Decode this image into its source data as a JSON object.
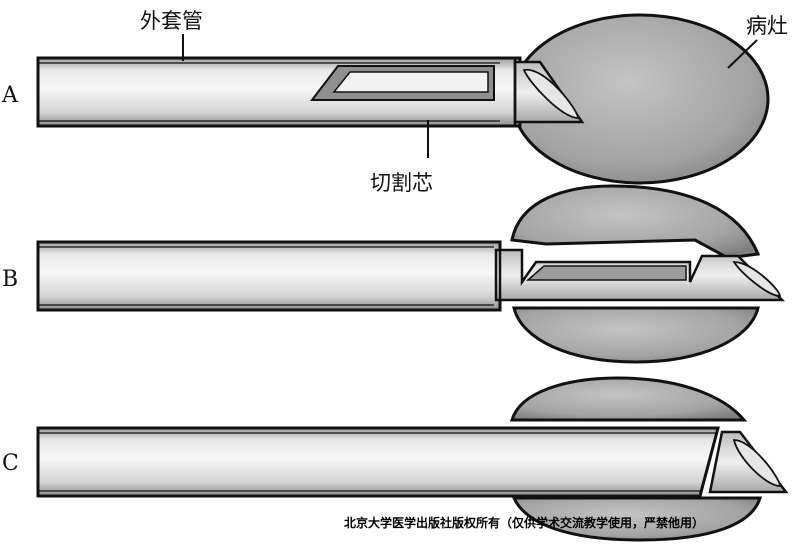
{
  "labels": {
    "outer_sheath": "外套管",
    "cutting_core": "切割芯",
    "lesion": "病灶"
  },
  "panels": [
    "A",
    "B",
    "C"
  ],
  "footer": "北京大学医学出版社版权所有（仅供学术交流教学使用，严禁他用）",
  "colors": {
    "tube_light": "#f4f4f4",
    "tube_mid": "#cfcfcf",
    "tube_dark": "#8a8a8a",
    "lesion_fill": "#a6a6a6",
    "lesion_dark": "#7b7b7b",
    "outline": "#111111"
  }
}
